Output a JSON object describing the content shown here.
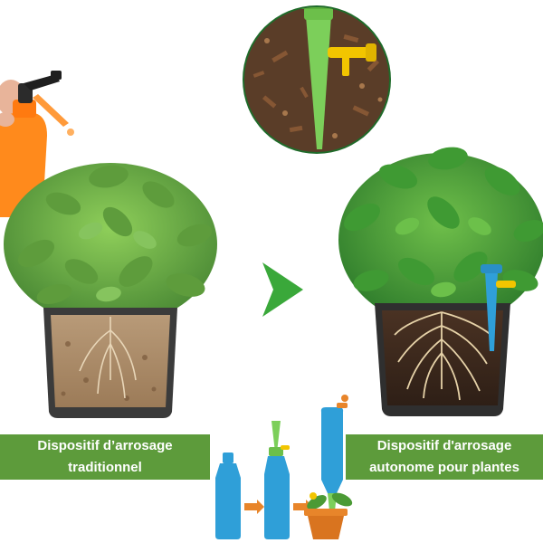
{
  "banners": {
    "left": {
      "line1": "Dispositif d’arrosage",
      "line2": "traditionnel"
    },
    "right": {
      "line1": "Dispositif d'arrosage",
      "line2": "autonome pour plantes"
    }
  },
  "colors": {
    "banner_green": "#5d9b3b",
    "arrow_green": "#3aa83a",
    "bottle_blue": "#2f9fd8",
    "spike_green": "#7ccf5a",
    "sprayer_orange": "#ff8a1c",
    "valve_yellow": "#f2c500",
    "soil_brown": "#8a6a4a",
    "pot_dark": "#3b3b3b",
    "flower_pot_orange": "#e8852a"
  },
  "icons": [
    "spray-bottle-icon",
    "next-arrow-icon",
    "watering-spike-icon",
    "bottle-icon",
    "flower-pot-icon"
  ]
}
